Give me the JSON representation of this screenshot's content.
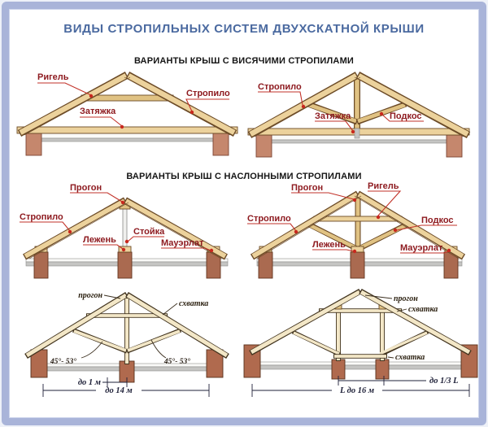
{
  "title": "ВИДЫ СТРОПИЛЬНЫХ СИСТЕМ ДВУХСКАТНОЙ КРЫШИ",
  "sections": {
    "hanging": "ВАРИАНТЫ КРЫШ С ВИСЯЧИМИ СТРОПИЛАМИ",
    "layered": "ВАРИАНТЫ КРЫШ С НАСЛОННЫМИ СТРОПИЛАМИ"
  },
  "truss1": {
    "rigel": "Ригель",
    "zatyazhka": "Затяжка",
    "stropilo": "Стропило"
  },
  "truss2": {
    "stropilo": "Стропило",
    "zatyazhka": "Затяжка",
    "podkos": "Подкос"
  },
  "truss3": {
    "progon": "Прогон",
    "stropilo": "Стропило",
    "lezhen": "Лежень",
    "stoyka": "Стойка",
    "mauerlat": "Мауэрлат"
  },
  "truss4": {
    "progon": "Прогон",
    "rigel": "Ригель",
    "stropilo": "Стропило",
    "podkos": "Подкос",
    "lezhen": "Лежень",
    "mauerlat": "Мауэрлат"
  },
  "truss5": {
    "progon": "прогон",
    "skhvatka": "схватка",
    "angle_left": "45°- 53°",
    "angle_right": "45°- 53°",
    "dim_1m": "до 1 м",
    "dim_span": "до 14 м"
  },
  "truss6": {
    "progon": "прогон",
    "skhvatka_top": "схватка",
    "skhvatka_bottom": "схватка",
    "dim_third": "до 1/3 L",
    "dim_span": "L до 16 м"
  },
  "colors": {
    "frame": "#a9b4d9",
    "title": "#4b6aa0",
    "label_red": "#8e1b20",
    "leader_red": "#c23128",
    "wood": "#ecd29c",
    "brick": "#b06a4e",
    "slab_gray": "#c5c5c3"
  }
}
